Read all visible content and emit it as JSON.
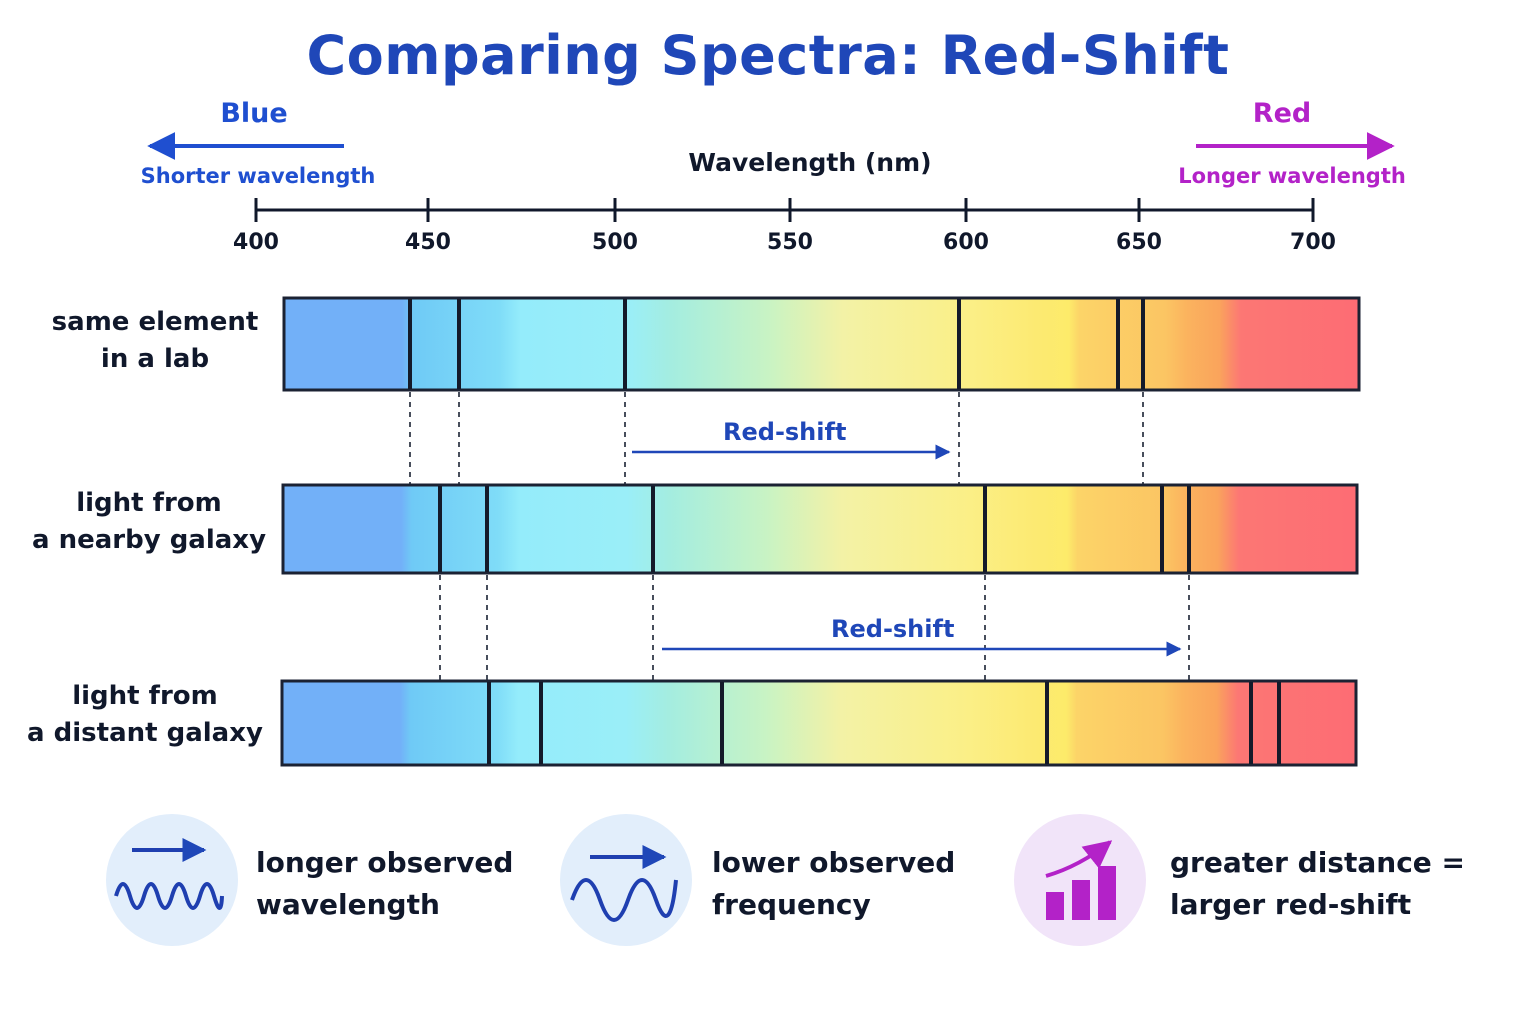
{
  "title": "Comparing Spectra: Red-Shift",
  "direction": {
    "blue_word": "Blue",
    "blue_caption": "Shorter wavelength",
    "red_word": "Red",
    "red_caption": "Longer wavelength"
  },
  "axis": {
    "title": "Wavelength (nm)",
    "ticks": [
      "400",
      "450",
      "500",
      "550",
      "600",
      "650",
      "700"
    ]
  },
  "spectra": [
    {
      "label_line1": "same element",
      "label_line2": "in a lab",
      "absorption_lines_nm": [
        436,
        450,
        498,
        594,
        638,
        645
      ]
    },
    {
      "label_line1": "light from",
      "label_line2": "a nearby galaxy",
      "absorption_lines_nm": [
        445,
        458,
        505,
        601,
        651,
        659
      ]
    },
    {
      "label_line1": "light from",
      "label_line2": "a distant galaxy",
      "absorption_lines_nm": [
        459,
        474,
        525,
        620,
        680,
        688
      ]
    }
  ],
  "shift_labels": [
    "Red-shift",
    "Red-shift"
  ],
  "features": [
    {
      "line1": "longer observed",
      "line2": "wavelength",
      "icon": "wave-arrow-icon"
    },
    {
      "line1": "lower observed",
      "line2": "frequency",
      "icon": "wave-arrow-icon"
    },
    {
      "line1": "greater distance =",
      "line2": "larger red-shift",
      "icon": "bar-chart-trend-icon"
    }
  ],
  "colors": {
    "title": "#1f47b8",
    "blue": "#1f4fd0",
    "red": "#b322c8",
    "text": "#10182b"
  }
}
